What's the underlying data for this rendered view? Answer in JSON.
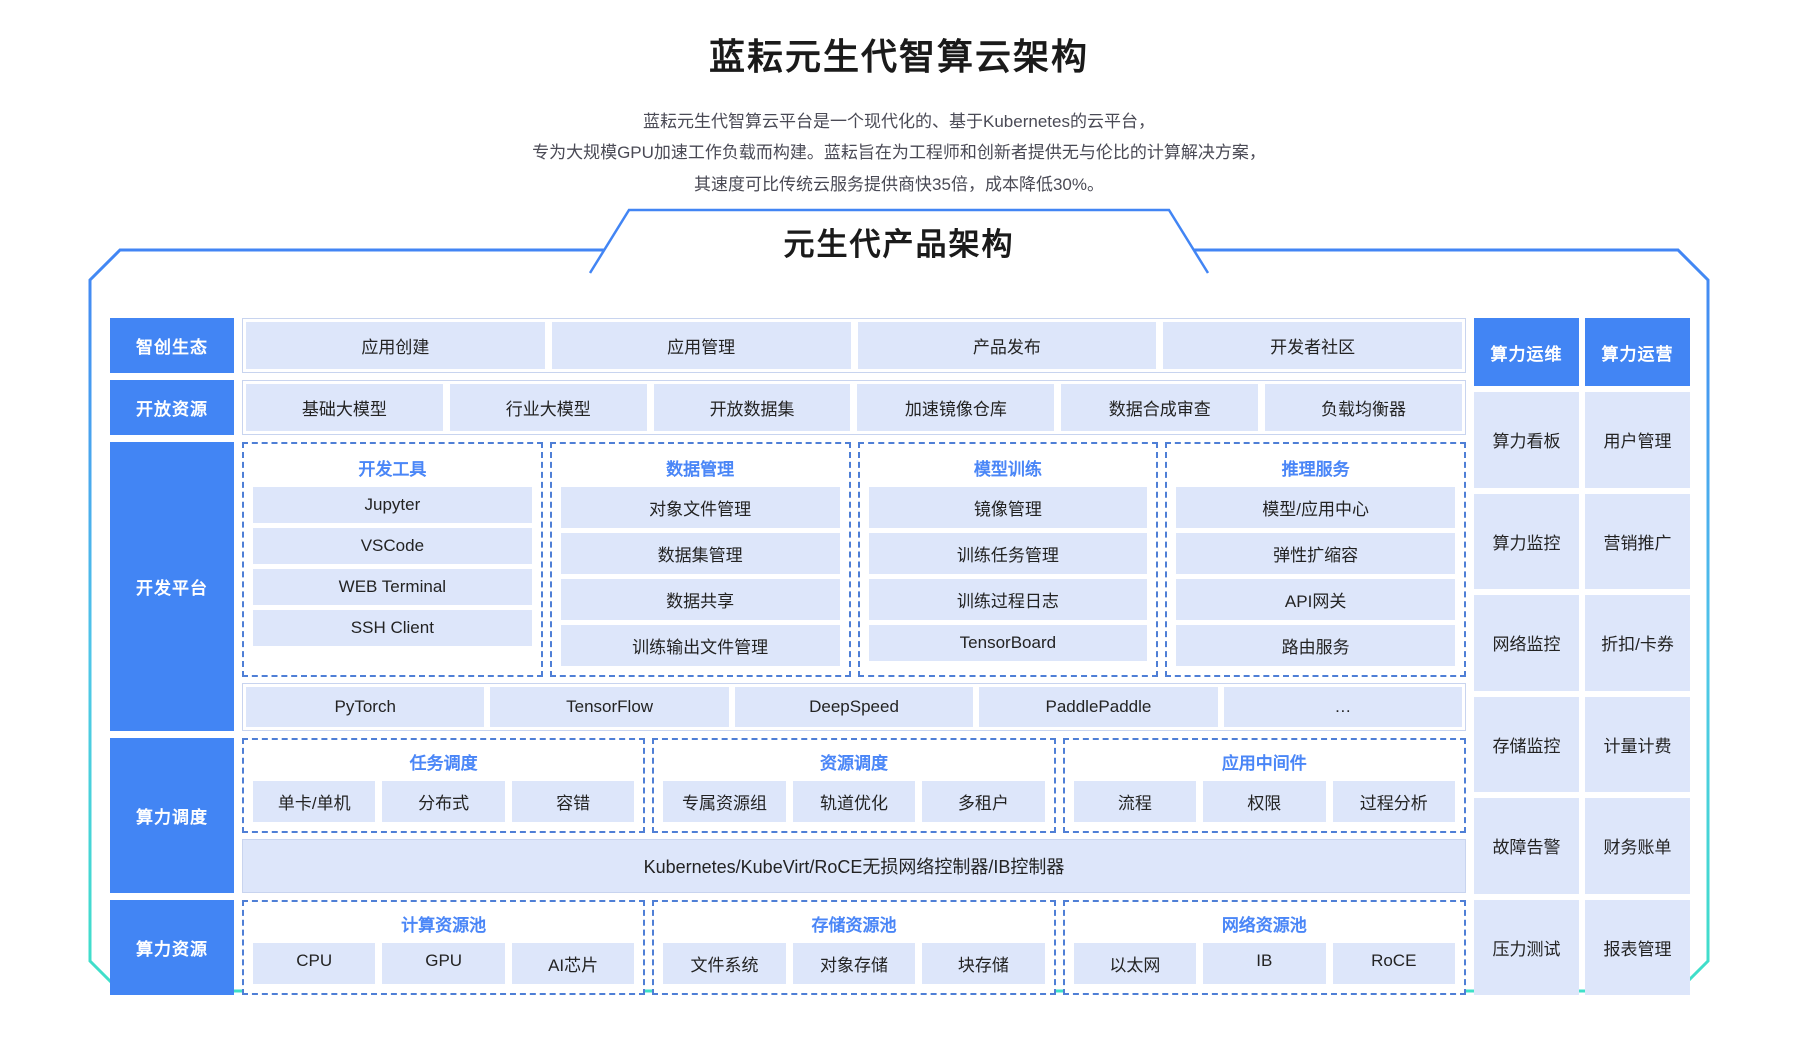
{
  "header": {
    "title": "蓝耘元生代智算云架构",
    "subtitle_lines": [
      "蓝耘元生代智算云平台是一个现代化的、基于Kubernetes的云平台，",
      "专为大规模GPU加速工作负载而构建。蓝耘旨在为工程师和创新者提供无与伦比的计算解决方案，",
      "其速度可比传统云服务提供商快35倍，成本降低30%。"
    ]
  },
  "banner": {
    "label": "元生代产品架构"
  },
  "colors": {
    "accent_blue": "#4285f4",
    "cell_fill": "#dde6fa",
    "group_title": "#4a86f7",
    "dashed_border": "#4f7fd6",
    "frame_top": "#4285f4",
    "frame_bottom": "#3fe0c8"
  },
  "rows": {
    "ecosystem": {
      "rail": "智创生态",
      "cells": [
        "应用创建",
        "应用管理",
        "产品发布",
        "开发者社区"
      ]
    },
    "open_resource": {
      "rail": "开放资源",
      "cells": [
        "基础大模型",
        "行业大模型",
        "开放数据集",
        "加速镜像仓库",
        "数据合成审查",
        "负载均衡器"
      ]
    },
    "dev_platform": {
      "rail": "开发平台",
      "groups": [
        {
          "title": "开发工具",
          "items": [
            "Jupyter",
            "VSCode",
            "WEB Terminal",
            "SSH Client"
          ]
        },
        {
          "title": "数据管理",
          "items": [
            "对象文件管理",
            "数据集管理",
            "数据共享",
            "训练输出文件管理"
          ]
        },
        {
          "title": "模型训练",
          "items": [
            "镜像管理",
            "训练任务管理",
            "训练过程日志",
            "TensorBoard"
          ]
        },
        {
          "title": "推理服务",
          "items": [
            "模型/应用中心",
            "弹性扩缩容",
            "API网关",
            "路由服务"
          ]
        }
      ],
      "frameworks": [
        "PyTorch",
        "TensorFlow",
        "DeepSpeed",
        "PaddlePaddle",
        "…"
      ]
    },
    "scheduling": {
      "rail": "算力调度",
      "groups": [
        {
          "title": "任务调度",
          "items": [
            "单卡/单机",
            "分布式",
            "容错"
          ]
        },
        {
          "title": "资源调度",
          "items": [
            "专属资源组",
            "轨道优化",
            "多租户"
          ]
        },
        {
          "title": "应用中间件",
          "items": [
            "流程",
            "权限",
            "过程分析"
          ]
        }
      ],
      "infra_bar": "Kubernetes/KubeVirt/RoCE无损网络控制器/IB控制器"
    },
    "compute_resource": {
      "rail": "算力资源",
      "groups": [
        {
          "title": "计算资源池",
          "items": [
            "CPU",
            "GPU",
            "AI芯片"
          ]
        },
        {
          "title": "存储资源池",
          "items": [
            "文件系统",
            "对象存储",
            "块存储"
          ]
        },
        {
          "title": "网络资源池",
          "items": [
            "以太网",
            "IB",
            "RoCE"
          ]
        }
      ]
    }
  },
  "ops_columns": [
    {
      "head": "算力运维",
      "items": [
        "算力看板",
        "算力监控",
        "网络监控",
        "存储监控",
        "故障告警",
        "压力测试"
      ]
    },
    {
      "head": "算力运营",
      "items": [
        "用户管理",
        "营销推广",
        "折扣/卡券",
        "计量计费",
        "财务账单",
        "报表管理"
      ]
    }
  ]
}
